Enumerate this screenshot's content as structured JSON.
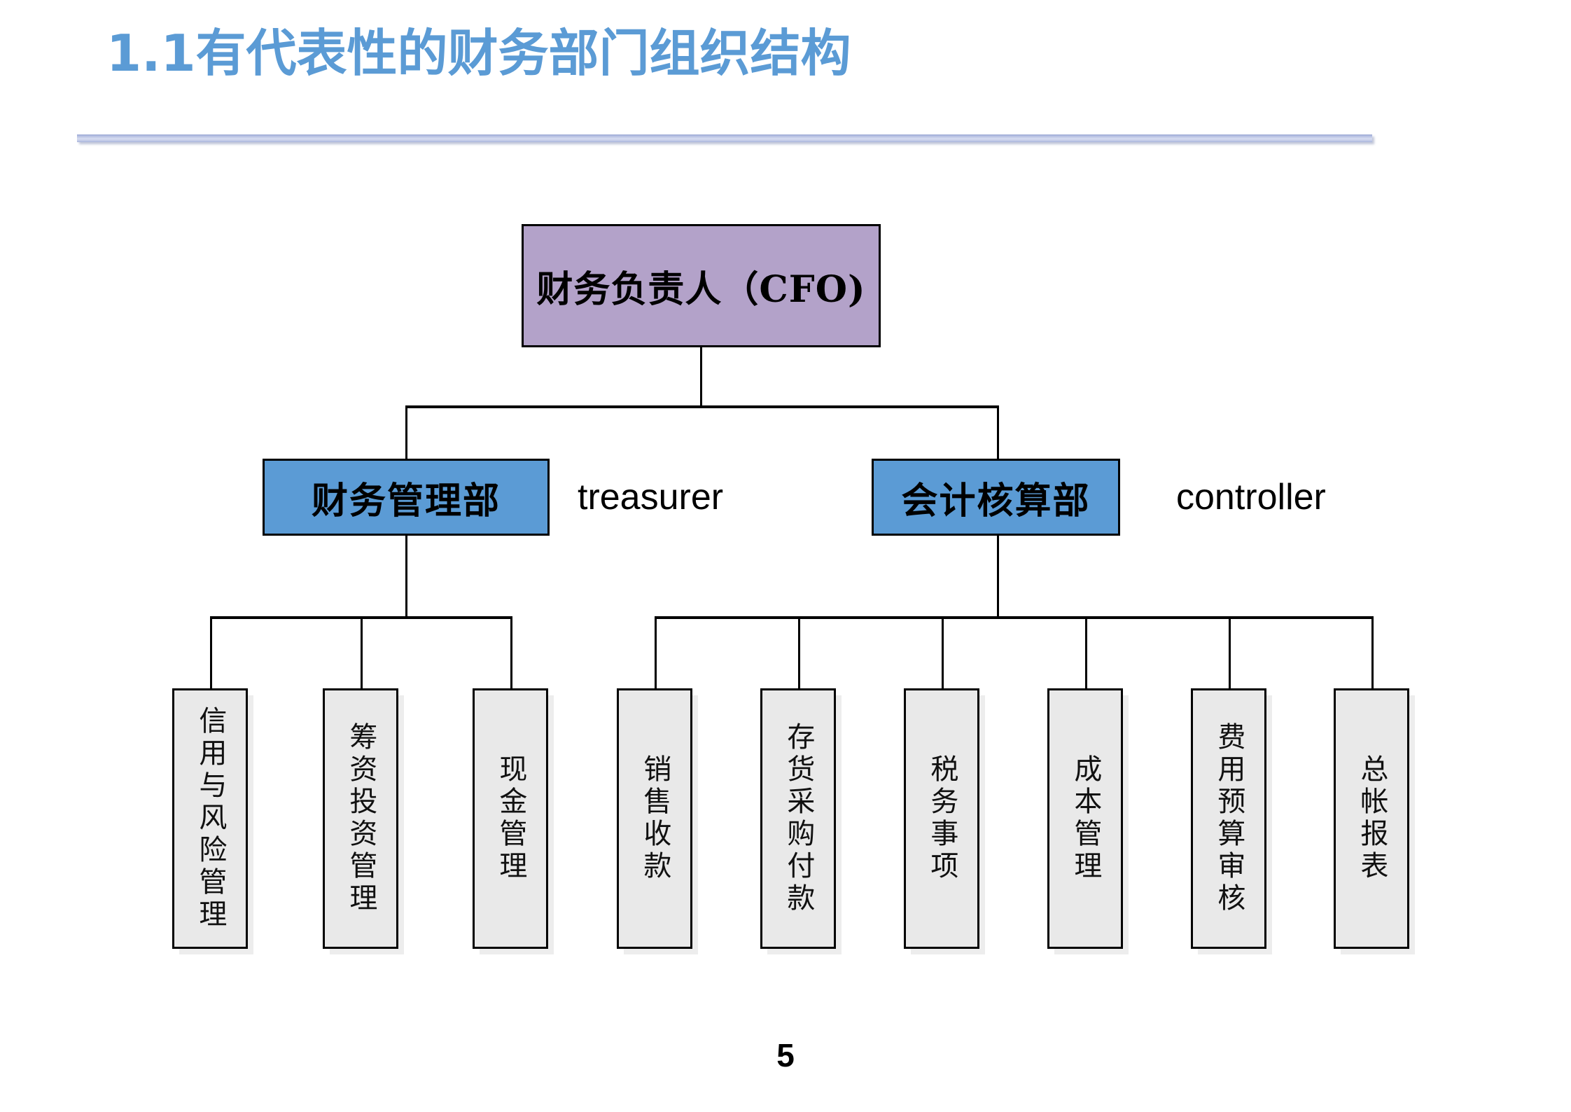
{
  "slide": {
    "title": "1.1有代表性的财务部门组织结构",
    "page_number": "5",
    "accent_color": "#5B9BD5",
    "divider_color": "#B9C3E4"
  },
  "chart_data": {
    "type": "diagram",
    "subtype": "org-chart",
    "title": "1.1有代表性的财务部门组织结构",
    "root": {
      "id": "cfo",
      "label": "财务负责人（CFO)",
      "fill": "#B3A2C9",
      "border": "#000000"
    },
    "level2": [
      {
        "id": "treasury",
        "label": "财务管理部",
        "caption": "treasurer",
        "fill": "#5B9BD5",
        "children": [
          "credit-risk",
          "financing-investment",
          "cash-management"
        ]
      },
      {
        "id": "accounting",
        "label": "会计核算部",
        "caption": "controller",
        "fill": "#5B9BD5",
        "children": [
          "sales-receipts",
          "inventory-purchase-payment",
          "tax-matters",
          "cost-management",
          "expense-budget-review",
          "general-ledger-reports"
        ]
      }
    ],
    "leaves": [
      {
        "id": "credit-risk",
        "label": "信用与风险管理",
        "parent": "treasury",
        "fill": "#E9E9E9"
      },
      {
        "id": "financing-investment",
        "label": "筹资投资管理",
        "parent": "treasury",
        "fill": "#E9E9E9"
      },
      {
        "id": "cash-management",
        "label": "现金管理",
        "parent": "treasury",
        "fill": "#E9E9E9"
      },
      {
        "id": "sales-receipts",
        "label": "销售收款",
        "parent": "accounting",
        "fill": "#E9E9E9"
      },
      {
        "id": "inventory-purchase-payment",
        "label": "存货采购付款",
        "parent": "accounting",
        "fill": "#E9E9E9"
      },
      {
        "id": "tax-matters",
        "label": "税务事项",
        "parent": "accounting",
        "fill": "#E9E9E9"
      },
      {
        "id": "cost-management",
        "label": "成本管理",
        "parent": "accounting",
        "fill": "#E9E9E9"
      },
      {
        "id": "expense-budget-review",
        "label": "费用预算审核",
        "parent": "accounting",
        "fill": "#E9E9E9"
      },
      {
        "id": "general-ledger-reports",
        "label": "总帐报表",
        "parent": "accounting",
        "fill": "#E9E9E9"
      }
    ]
  }
}
